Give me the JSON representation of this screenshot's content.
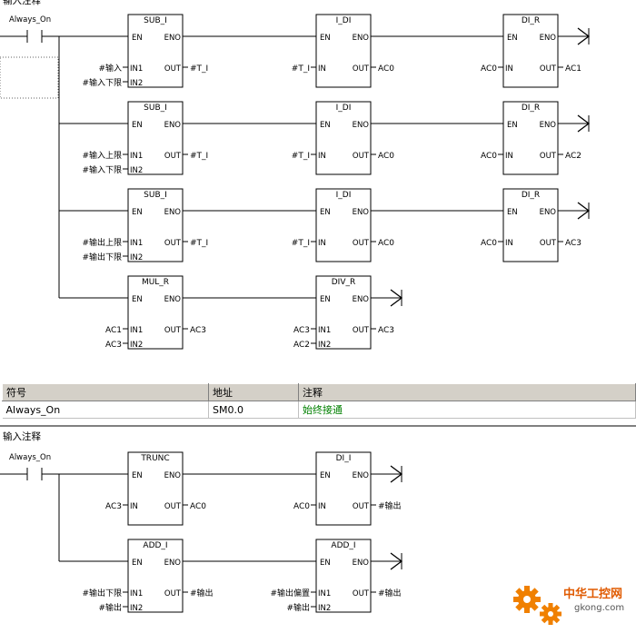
{
  "networks": [
    {
      "comment_label": "输入注释",
      "contact": "Always_On",
      "rungs": [
        [
          {
            "op": "SUB_I",
            "en": "EN",
            "eno": "ENO",
            "in1_label": "IN1",
            "in2_label": "IN2",
            "out_label": "OUT",
            "in1": "#输入",
            "in2": "#输入下限",
            "out": "#T_I"
          },
          {
            "op": "I_DI",
            "en": "EN",
            "eno": "ENO",
            "in1_label": "IN",
            "out_label": "OUT",
            "in1": "#T_I",
            "out": "AC0"
          },
          {
            "op": "DI_R",
            "en": "EN",
            "eno": "ENO",
            "in1_label": "IN",
            "out_label": "OUT",
            "in1": "AC0",
            "out": "AC1"
          }
        ],
        [
          {
            "op": "SUB_I",
            "en": "EN",
            "eno": "ENO",
            "in1_label": "IN1",
            "in2_label": "IN2",
            "out_label": "OUT",
            "in1": "#输入上限",
            "in2": "#输入下限",
            "out": "#T_I"
          },
          {
            "op": "I_DI",
            "en": "EN",
            "eno": "ENO",
            "in1_label": "IN",
            "out_label": "OUT",
            "in1": "#T_I",
            "out": "AC0"
          },
          {
            "op": "DI_R",
            "en": "EN",
            "eno": "ENO",
            "in1_label": "IN",
            "out_label": "OUT",
            "in1": "AC0",
            "out": "AC2"
          }
        ],
        [
          {
            "op": "SUB_I",
            "en": "EN",
            "eno": "ENO",
            "in1_label": "IN1",
            "in2_label": "IN2",
            "out_label": "OUT",
            "in1": "#输出上限",
            "in2": "#输出下限",
            "out": "#T_I"
          },
          {
            "op": "I_DI",
            "en": "EN",
            "eno": "ENO",
            "in1_label": "IN",
            "out_label": "OUT",
            "in1": "#T_I",
            "out": "AC0"
          },
          {
            "op": "DI_R",
            "en": "EN",
            "eno": "ENO",
            "in1_label": "IN",
            "out_label": "OUT",
            "in1": "AC0",
            "out": "AC3"
          }
        ],
        [
          {
            "op": "MUL_R",
            "en": "EN",
            "eno": "ENO",
            "in1_label": "IN1",
            "in2_label": "IN2",
            "out_label": "OUT",
            "in1": "AC1",
            "in2": "AC3",
            "out": "AC3"
          },
          {
            "op": "DIV_R",
            "en": "EN",
            "eno": "ENO",
            "in1_label": "IN1",
            "in2_label": "IN2",
            "out_label": "OUT",
            "in1": "AC3",
            "in2": "AC2",
            "out": "AC3"
          }
        ]
      ]
    },
    {
      "comment_label": "输入注释",
      "contact": "Always_On",
      "rungs": [
        [
          {
            "op": "TRUNC",
            "en": "EN",
            "eno": "ENO",
            "in1_label": "IN",
            "out_label": "OUT",
            "in1": "AC3",
            "out": "AC0"
          },
          {
            "op": "DI_I",
            "en": "EN",
            "eno": "ENO",
            "in1_label": "IN",
            "out_label": "OUT",
            "in1": "AC0",
            "out": "#输出"
          }
        ],
        [
          {
            "op": "ADD_I",
            "en": "EN",
            "eno": "ENO",
            "in1_label": "IN1",
            "in2_label": "IN2",
            "out_label": "OUT",
            "in1": "#输出下限",
            "in2": "#输出",
            "out": "#输出"
          },
          {
            "op": "ADD_I",
            "en": "EN",
            "eno": "ENO",
            "in1_label": "IN1",
            "in2_label": "IN2",
            "out_label": "OUT",
            "in1": "#输出偏置",
            "in2": "#输出",
            "out": "#输出"
          }
        ]
      ]
    }
  ],
  "symbol_table": {
    "headers": {
      "symbol": "符号",
      "address": "地址",
      "comment": "注释"
    },
    "rows": [
      {
        "symbol": "Always_On",
        "address": "SM0.0",
        "comment": "始终接通"
      }
    ]
  },
  "watermark": {
    "text": "中华工控网",
    "url": "gkong.com"
  },
  "colors": {
    "line": "#000000",
    "table_header": "#d4d0c8",
    "comment_green": "#008000",
    "watermark_orange": "#f08000"
  }
}
